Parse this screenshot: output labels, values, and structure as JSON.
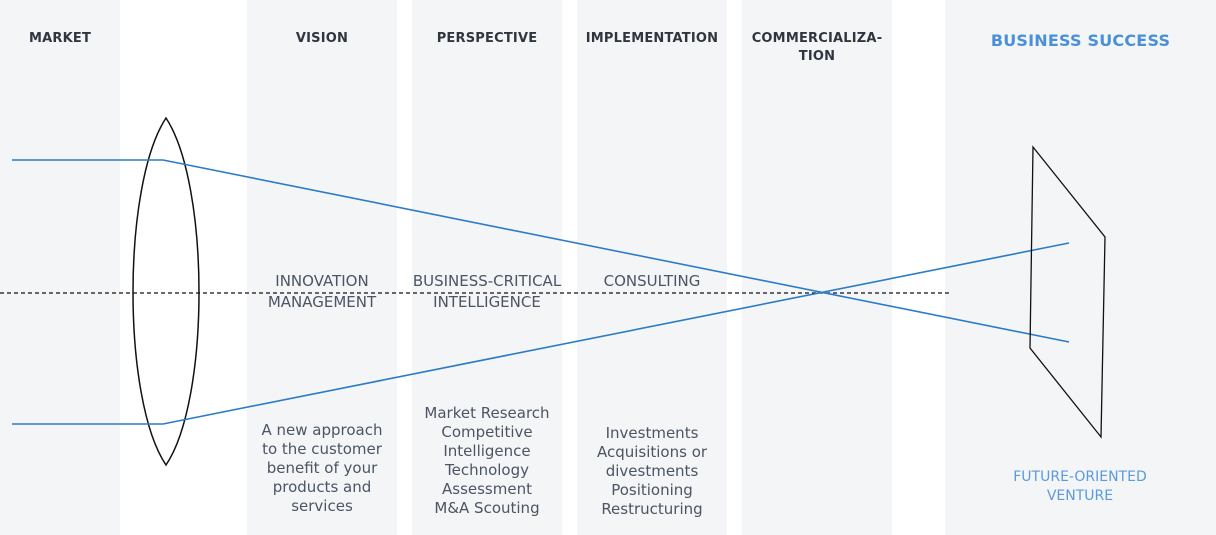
{
  "columns": {
    "market": "MARKET",
    "vision": "VISION",
    "perspective": "PERSPECTIVE",
    "implementation": "IMPLEMENTATION",
    "commercialization": [
      "COMMERCIALIZA-",
      "TION"
    ],
    "success": "BUSINESS SUCCESS"
  },
  "stages": {
    "vision": [
      "INNOVATION",
      "MANAGEMENT"
    ],
    "perspective": [
      "BUSINESS-CRITICAL",
      "INTELLIGENCE"
    ],
    "implementation": [
      "CONSULTING"
    ]
  },
  "descriptions": {
    "vision": [
      "A new approach",
      "to the customer",
      "benefit of your",
      "products and",
      "services"
    ],
    "perspective": [
      "Market Research",
      "Competitive",
      "Intelligence",
      "Technology",
      "Assessment",
      "M&A Scouting"
    ],
    "implementation": [
      "Investments",
      "Acquisitions or",
      "divestments",
      "Positioning",
      "Restructuring"
    ]
  },
  "result": [
    "FUTURE-ORIENTED",
    "VENTURE"
  ],
  "colors": {
    "column_bg": "#f4f5f7",
    "header_text": "#2f3640",
    "accent": "#4a90d9",
    "light_ray": "#2b7bc8",
    "body_text": "#4b5563"
  }
}
